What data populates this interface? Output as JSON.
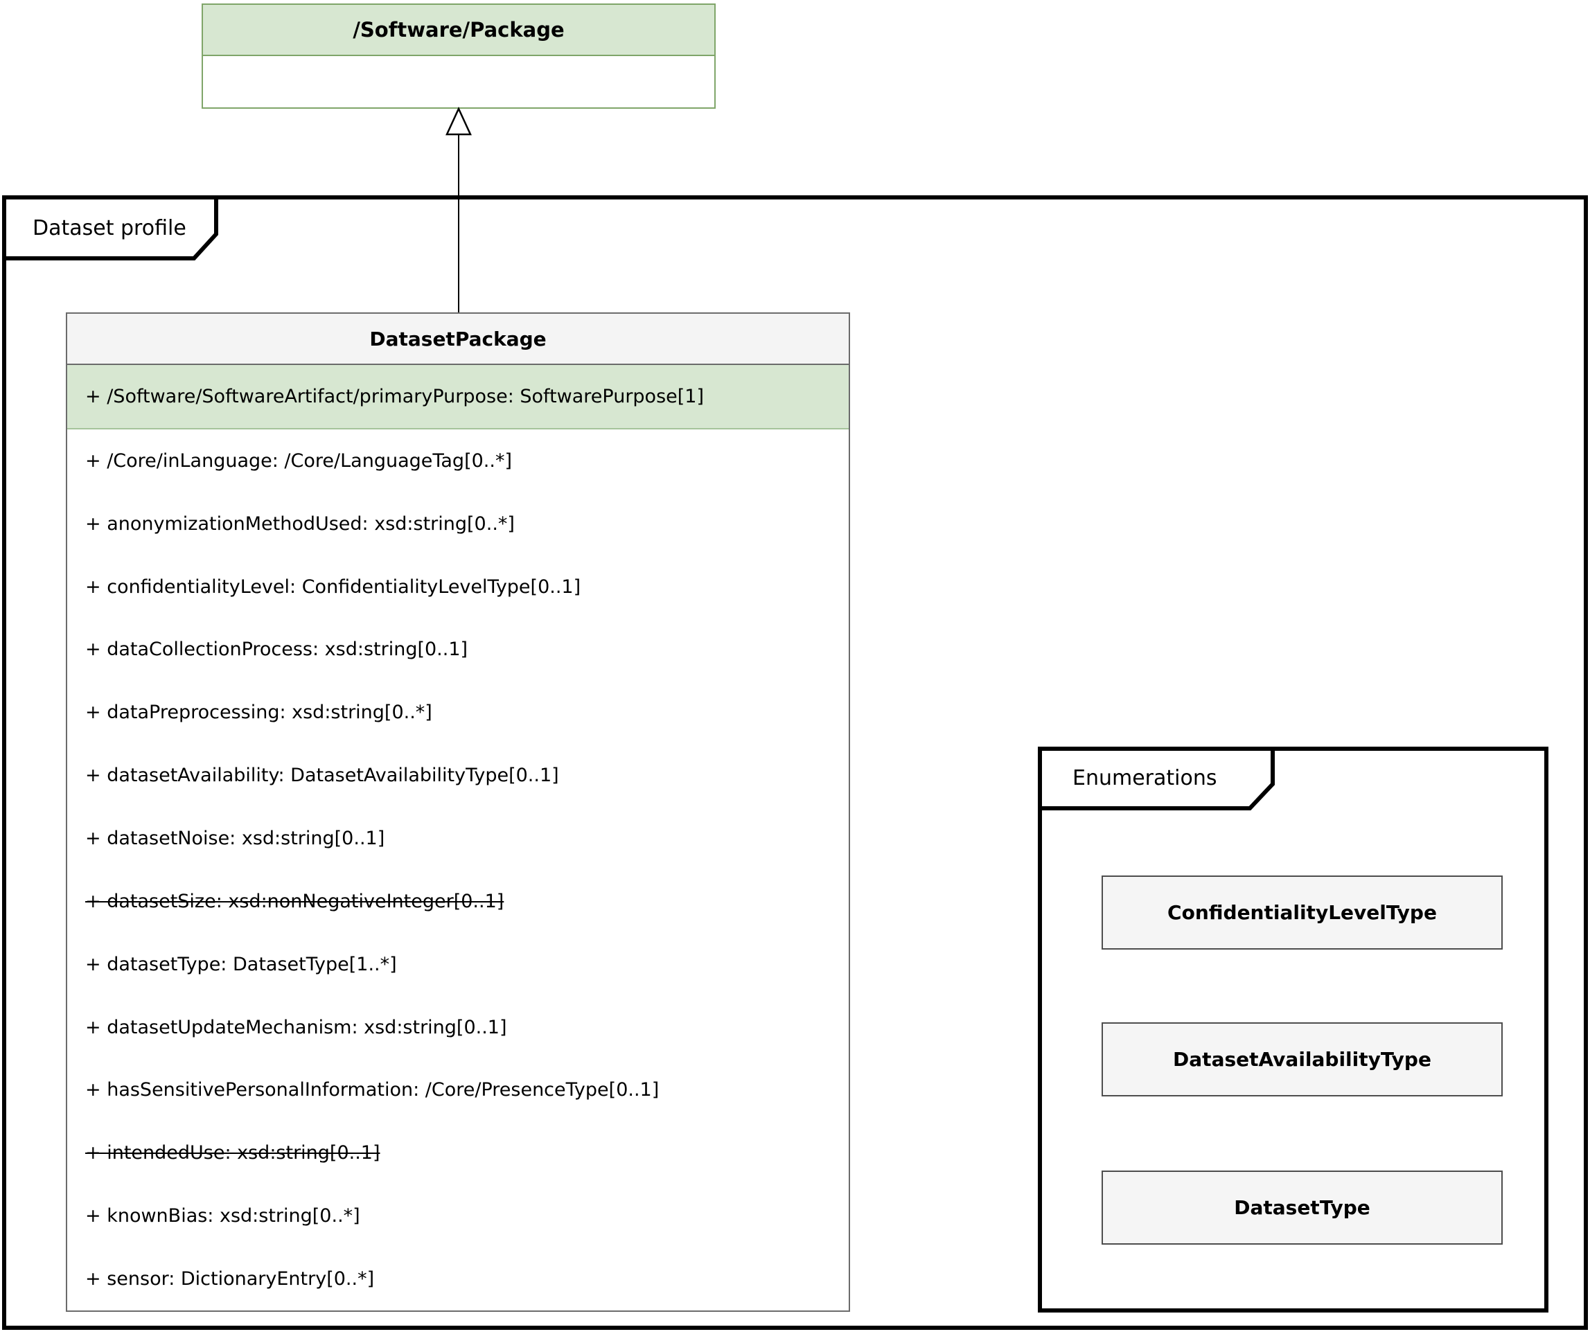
{
  "colors": {
    "class_green_fill": "#D7E7D1",
    "class_green_border": "#7FA569",
    "class_gray_fill": "#F4F4F4",
    "enum_gray_fill": "#F5F5F5",
    "frame_border": "#000000"
  },
  "parent_class": {
    "name": "/Software/Package"
  },
  "relationship": {
    "type": "generalization",
    "from": "DatasetPackage",
    "to": "/Software/Package"
  },
  "frame": {
    "label": "Dataset profile"
  },
  "dataset_package": {
    "name": "DatasetPackage",
    "attributes": [
      {
        "text": "+ /Software/SoftwareArtifact/primaryPurpose: SoftwarePurpose[1]",
        "highlight": true
      },
      {
        "text": "+ /Core/inLanguage: /Core/LanguageTag[0..*]"
      },
      {
        "text": "+ anonymizationMethodUsed: xsd:string[0..*]"
      },
      {
        "text": "+ confidentialityLevel: ConfidentialityLevelType[0..1]"
      },
      {
        "text": "+ dataCollectionProcess: xsd:string[0..1]"
      },
      {
        "text": "+ dataPreprocessing: xsd:string[0..*]"
      },
      {
        "text": "+ datasetAvailability: DatasetAvailabilityType[0..1]"
      },
      {
        "text": "+ datasetNoise: xsd:string[0..1]"
      },
      {
        "text": "+ datasetSize: xsd:nonNegativeInteger[0..1]",
        "strike": true
      },
      {
        "text": "+ datasetType: DatasetType[1..*]"
      },
      {
        "text": "+ datasetUpdateMechanism: xsd:string[0..1]"
      },
      {
        "text": "+ hasSensitivePersonalInformation: /Core/PresenceType[0..1]"
      },
      {
        "text": "+ intendedUse: xsd:string[0..1]",
        "strike": true
      },
      {
        "text": "+ knownBias: xsd:string[0..*]"
      },
      {
        "text": "+ sensor: DictionaryEntry[0..*]"
      }
    ]
  },
  "enumerations": {
    "label": "Enumerations",
    "items": [
      {
        "name": "ConfidentialityLevelType"
      },
      {
        "name": "DatasetAvailabilityType"
      },
      {
        "name": "DatasetType"
      }
    ]
  }
}
